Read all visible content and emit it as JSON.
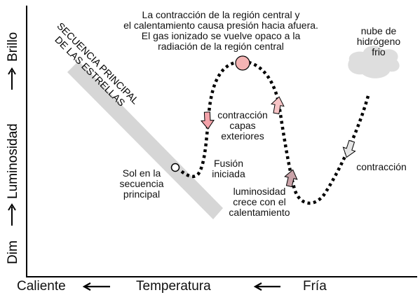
{
  "diagram": {
    "caption_lines": [
      "La contracción de la región central y",
      "el calentamiento causa presión hacia afuera.",
      "El gas ionizado se vuelve opaco a la",
      "radiación de la región central"
    ],
    "cloud_label_lines": [
      "nube de",
      "hidrógeno",
      "frio"
    ],
    "main_sequence_lines": [
      "SECUENCIA PRINCIPAL",
      "DE LAS ESTRELLAS"
    ],
    "contraction_outer_lines": [
      "contracción",
      "capas",
      "exteriores"
    ],
    "fusion_lines": [
      "Fusión",
      "iniciada"
    ],
    "sun_lines": [
      "Sol en la",
      "secuencia",
      "principal"
    ],
    "luminosity_lines": [
      "luminosidad",
      "crece con el",
      "calentamiento"
    ],
    "contraction_right": "contracción",
    "arrow_colors": {
      "contraction_outer": "#f4a3aa",
      "contraction_up_left": "#f7c4c6",
      "contraction_up_right": "#c9a2a8",
      "contraction_down_right": "#e6e6e6",
      "peak_circle": "#f4b4b4"
    }
  },
  "axes": {
    "y_dim": "Dim",
    "y_lum": "Luminosidad",
    "y_bright": "Brillo",
    "x_hot": "Caliente",
    "x_temp": "Temperatura",
    "x_cold": "Fría"
  }
}
